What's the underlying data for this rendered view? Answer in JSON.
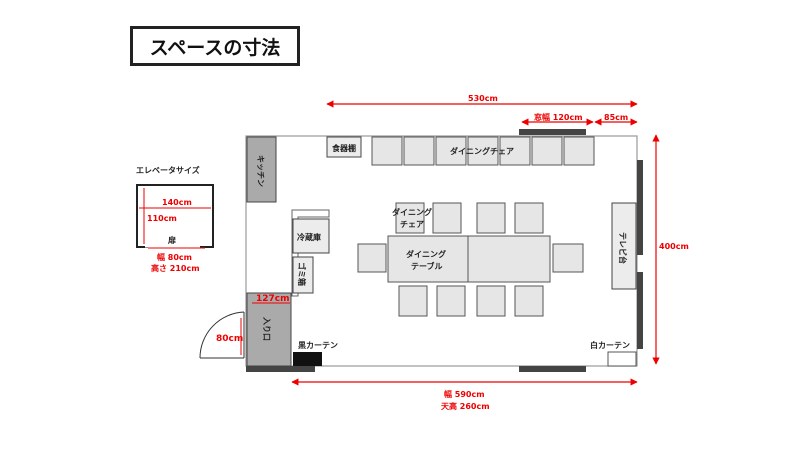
{
  "title": "スペースの寸法",
  "elevator": {
    "label": "エレベータサイズ",
    "width_dim": "140cm",
    "depth_dim": "110cm",
    "door": "扉",
    "spec_line1": "幅 80cm",
    "spec_line2": "高さ 210cm"
  },
  "dimensions": {
    "top_width": "530cm",
    "window_width": "窓幅 120cm",
    "right_gap": "85cm",
    "height": "400cm",
    "bottom_width": "幅 590cm",
    "ceiling": "天高 260cm",
    "entrance_width": "127cm",
    "door_swing": "80cm"
  },
  "rooms": {
    "kitchen": "キッチン",
    "dish_shelf": "食器棚",
    "fridge": "冷蔵庫",
    "trash": "ゴミ箱",
    "entrance": "入り口",
    "tv_stand": "テレビ台"
  },
  "furniture": {
    "dining_chair_row": "ダイニングチェア",
    "dining_chair_line1": "ダイニング",
    "dining_chair_line2": "チェア",
    "dining_table_line1": "ダイニング",
    "dining_table_line2": "テーブル"
  },
  "curtains": {
    "black": "黒カーテン",
    "white": "白カーテン"
  }
}
